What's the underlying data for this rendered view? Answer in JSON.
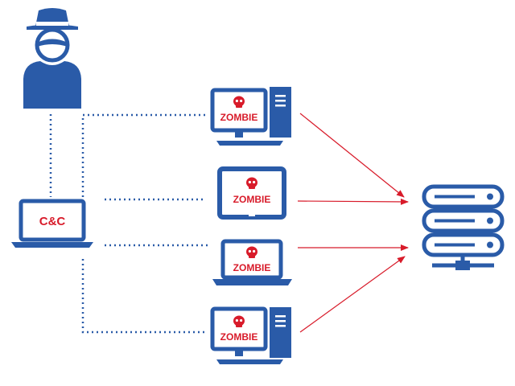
{
  "controller": {
    "label": "C&C",
    "icon": "laptop-icon"
  },
  "attacker": {
    "icon": "hacker-spy-icon"
  },
  "bots": [
    {
      "label": "ZOMBIE",
      "device": "desktop-computer-icon"
    },
    {
      "label": "ZOMBIE",
      "device": "tablet-icon"
    },
    {
      "label": "ZOMBIE",
      "device": "laptop-icon"
    },
    {
      "label": "ZOMBIE",
      "device": "desktop-computer-icon"
    }
  ],
  "target": {
    "icon": "server-rack-icon"
  },
  "colors": {
    "device": "#2a5ba8",
    "zombie": "#d81b2a",
    "attack_arrow": "#d81b2a",
    "control_line": "#2a5ba8"
  }
}
